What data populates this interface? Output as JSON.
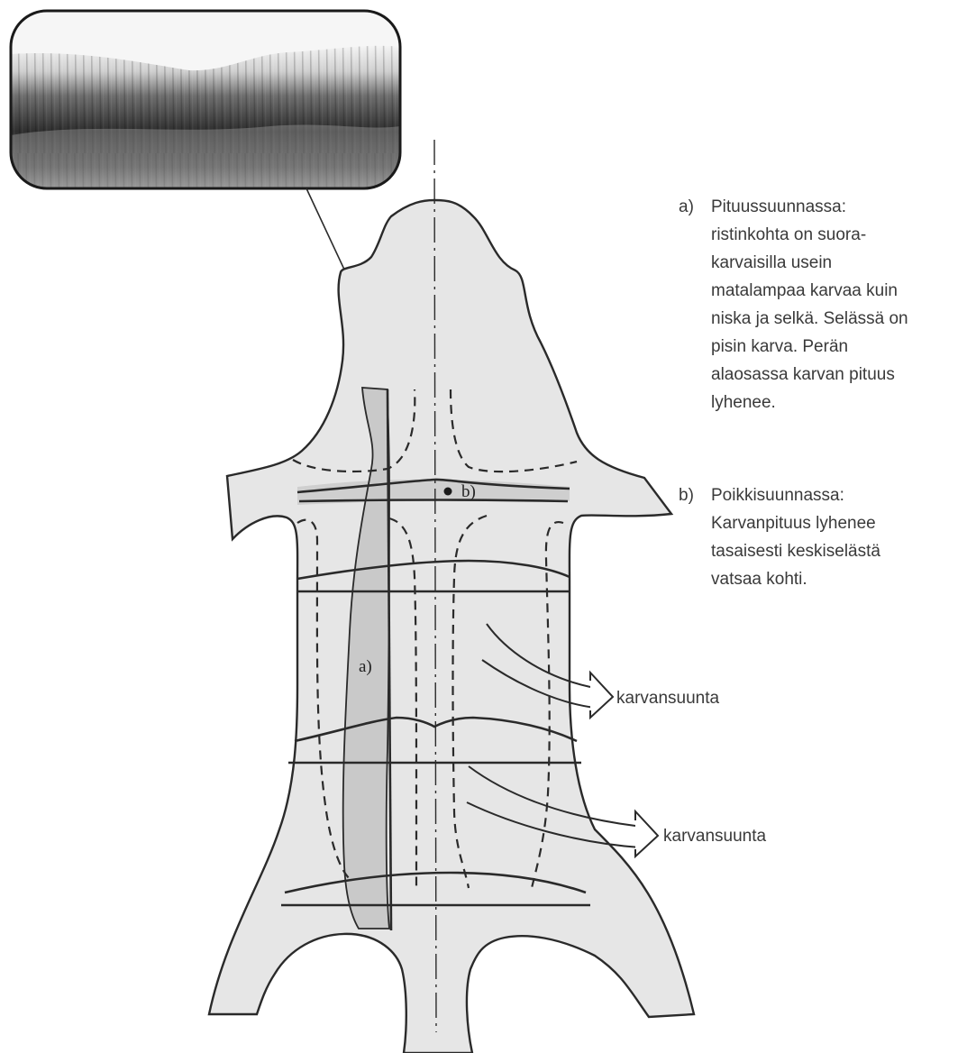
{
  "caption_a": {
    "marker": "a)",
    "lines": [
      "Pituussuunnassa:",
      "ristinkohta on suora-",
      "karvaisilla usein",
      "matalampaa karvaa kuin",
      "niska ja selkä. Selässä on",
      "pisin karva. Perän",
      "alaosassa karvan pituus",
      "lyhenee."
    ]
  },
  "caption_b": {
    "marker": "b)",
    "lines": [
      "Poikkisuunnassa:",
      "Karvanpituus lyhenee",
      "tasaisesti keskiselästä",
      "vatsaa kohti."
    ]
  },
  "arrow_labels": [
    "karvansuunta",
    "karvansuunta"
  ],
  "diagram_markers": {
    "a": "a)",
    "b": "b)"
  },
  "colors": {
    "body_fill": "#e6e6e6",
    "stripe_fill": "#c9c9c9",
    "line": "#2a2a2a",
    "text": "#3a3a3a"
  }
}
